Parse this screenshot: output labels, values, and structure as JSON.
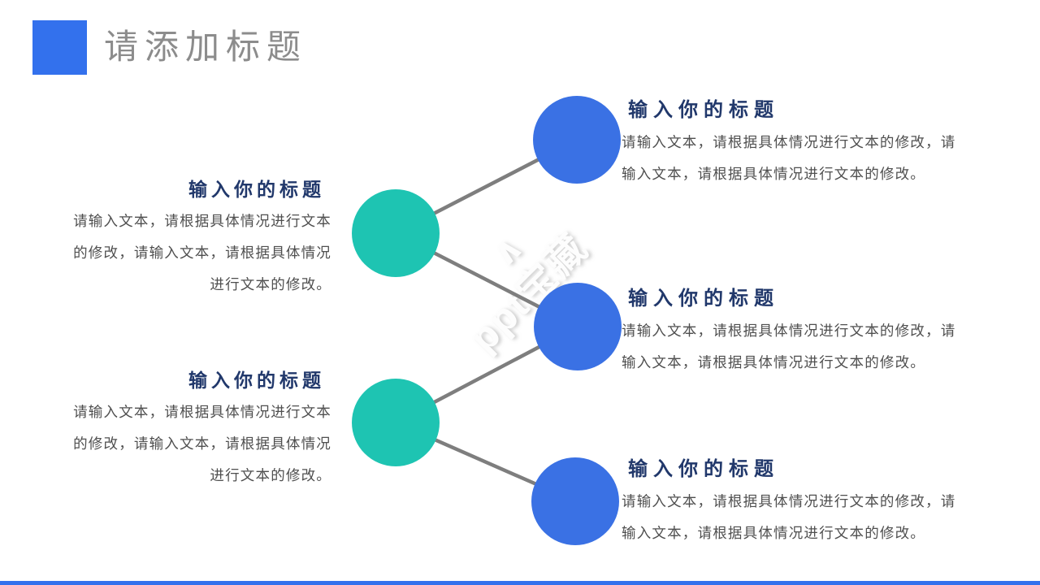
{
  "header": {
    "title": "请添加标题"
  },
  "watermark": {
    "text": "ppt宝藏"
  },
  "colors": {
    "accent_blue": "#3371ED",
    "node_blue": "#3A71E4",
    "node_teal": "#1EC4B2",
    "connector_gray": "#7E7E7E",
    "heading_navy": "#21386B",
    "body_gray": "#4F4F4F",
    "title_gray": "#8C8C8C"
  },
  "left_items": [
    {
      "title": "输入你的标题",
      "body": "请输入文本，请根据具体情况进行文本的修改，请输入文本，请根据具体情况进行文本的修改。"
    },
    {
      "title": "输入你的标题",
      "body": "请输入文本，请根据具体情况进行文本的修改，请输入文本，请根据具体情况进行文本的修改。"
    }
  ],
  "right_items": [
    {
      "title": "输入你的标题",
      "body": "请输入文本，请根据具体情况进行文本的修改，请输入文本，请根据具体情况进行文本的修改。"
    },
    {
      "title": "输入你的标题",
      "body": "请输入文本，请根据具体情况进行文本的修改，请输入文本，请根据具体情况进行文本的修改。"
    },
    {
      "title": "输入你的标题",
      "body": "请输入文本，请根据具体情况进行文本的修改，请输入文本，请根据具体情况进行文本的修改。"
    }
  ]
}
